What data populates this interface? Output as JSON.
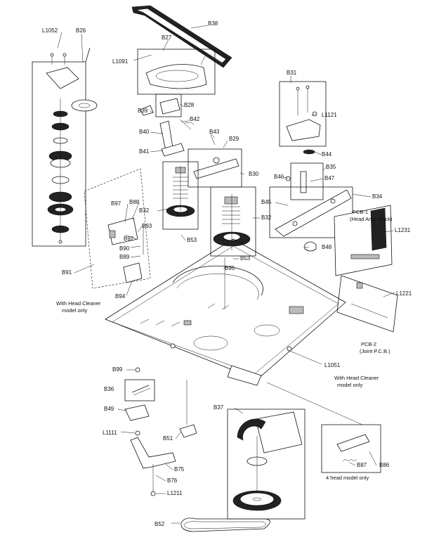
{
  "labels": {
    "b38": "B38",
    "l1052": "L1052",
    "b26": "B26",
    "b27": "B27",
    "l1091": "L1091",
    "b31": "B31",
    "b39": "B39",
    "b28": "B28",
    "l1121": "L1121",
    "b42": "B42",
    "b40": "B40",
    "b43": "B43",
    "b29": "B29",
    "b41": "B41",
    "b44": "B44",
    "b30": "B30",
    "b35": "B35",
    "b46": "B46",
    "b47": "B47",
    "b34": "B34",
    "b45": "B45",
    "b97": "B97",
    "b88": "B88",
    "b32a": "B32",
    "b32b": "B32",
    "l1231": "L1231",
    "b93": "B93",
    "b92": "B92",
    "b90": "B90",
    "b89": "B89",
    "b53a": "B53",
    "b48": "B48",
    "b53b": "B53",
    "b95": "B95",
    "b91": "B91",
    "b94": "B94",
    "l1221": "L1221",
    "l1051": "L1051",
    "b99": "B99",
    "b36": "B36",
    "b37": "B37",
    "b49": "B49",
    "l1111": "L1111",
    "b51": "B51",
    "b75": "B75",
    "b87": "B87",
    "b86": "B86",
    "b76": "B76",
    "l1211": "L1211",
    "b52": "B52"
  },
  "notes": {
    "pcb1_name": "PCB-1",
    "pcb1_desc": "(Head Amp Block)",
    "pcb2_name": "PCB-2",
    "pcb2_desc": "(Joint P.C.B.)",
    "head_cleaner_left_1": "With Head Cleaner",
    "head_cleaner_left_2": "model only",
    "head_cleaner_right_1": "With Head Cleaner",
    "head_cleaner_right_2": "model only",
    "four_head": "4 head model only"
  }
}
